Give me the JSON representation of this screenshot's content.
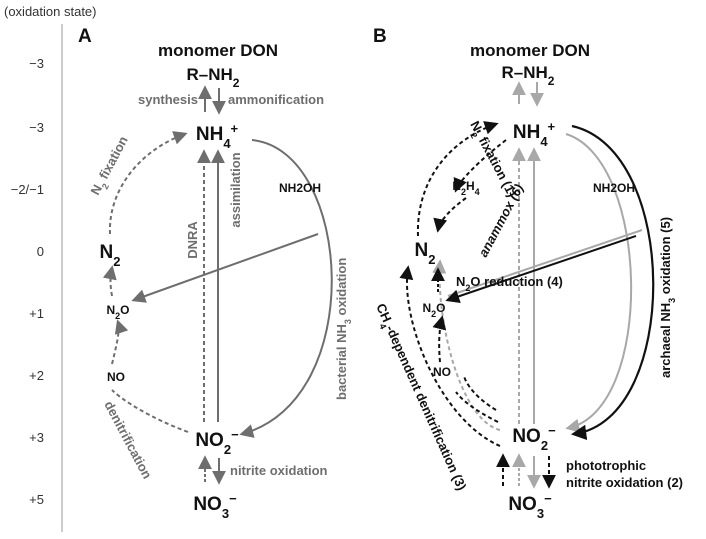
{
  "axis": {
    "title": "(oxidation state)",
    "ticks": [
      "−3",
      "−3",
      "−2/−1",
      "0",
      "+1",
      "+2",
      "+3",
      "+5"
    ]
  },
  "panel_a": {
    "letter": "A",
    "monomer": "monomer DON",
    "rnh2": "R–NH",
    "rnh2_sub": "2",
    "nh4": "NH",
    "nh4_sub": "4",
    "nh4_sup": "+",
    "nh2oh": "NH2OH",
    "n2": "N",
    "n2_sub": "2",
    "n2o_a": "N",
    "n2o_sub": "2",
    "n2o_b": "O",
    "no": "NO",
    "no2": "NO",
    "no2_sub": "2",
    "no2_sup": "−",
    "no3": "NO",
    "no3_sub": "3",
    "no3_sup": "−",
    "synthesis": "synthesis",
    "ammonification": "ammonification",
    "n2_fixation_a": "N",
    "n2_fixation_sub": "2",
    "n2_fixation_b": " fixation",
    "dnra": "DNRA",
    "assimilation": "assimilation",
    "bacterial_a": "bacterial NH",
    "bacterial_sub": "3",
    "bacterial_b": " oxidation",
    "denitrification": "denitrification",
    "nitrite_oxidation": "nitrite oxidation"
  },
  "panel_b": {
    "letter": "B",
    "monomer": "monomer DON",
    "rnh2": "R–NH",
    "rnh2_sub": "2",
    "nh4": "NH",
    "nh4_sub": "4",
    "nh4_sup": "+",
    "nh2oh": "NH2OH",
    "n2h4_a": "N",
    "n2h4_sub1": "2",
    "n2h4_b": "H",
    "n2h4_sub2": "4",
    "n2": "N",
    "n2_sub": "2",
    "n2o_a": "N",
    "n2o_sub": "2",
    "n2o_b": "O",
    "no": "NO",
    "no2": "NO",
    "no2_sub": "2",
    "no2_sup": "−",
    "no3": "NO",
    "no3_sub": "3",
    "no3_sup": "−",
    "n2_fixation_a": "N",
    "n2_fixation_sub": "2",
    "n2_fixation_b": " fixation (1)",
    "anammox": "anammox (6)",
    "n2o_reduction": "N",
    "n2o_reduction_sub": "2",
    "n2o_reduction_b": "O reduction (4)",
    "archaeal_a": "archaeal NH",
    "archaeal_sub": "3",
    "archaeal_b": " oxidation (5)",
    "ch4_a": "CH",
    "ch4_sub": "4",
    "ch4_b": "-dependent denitrification (3)",
    "phototrophic_1": "phototrophic",
    "phototrophic_2": "nitrite oxidation (2)"
  },
  "colors": {
    "gray": "#6e6e6e",
    "light_gray": "#a8a8a8",
    "black": "#111111"
  }
}
